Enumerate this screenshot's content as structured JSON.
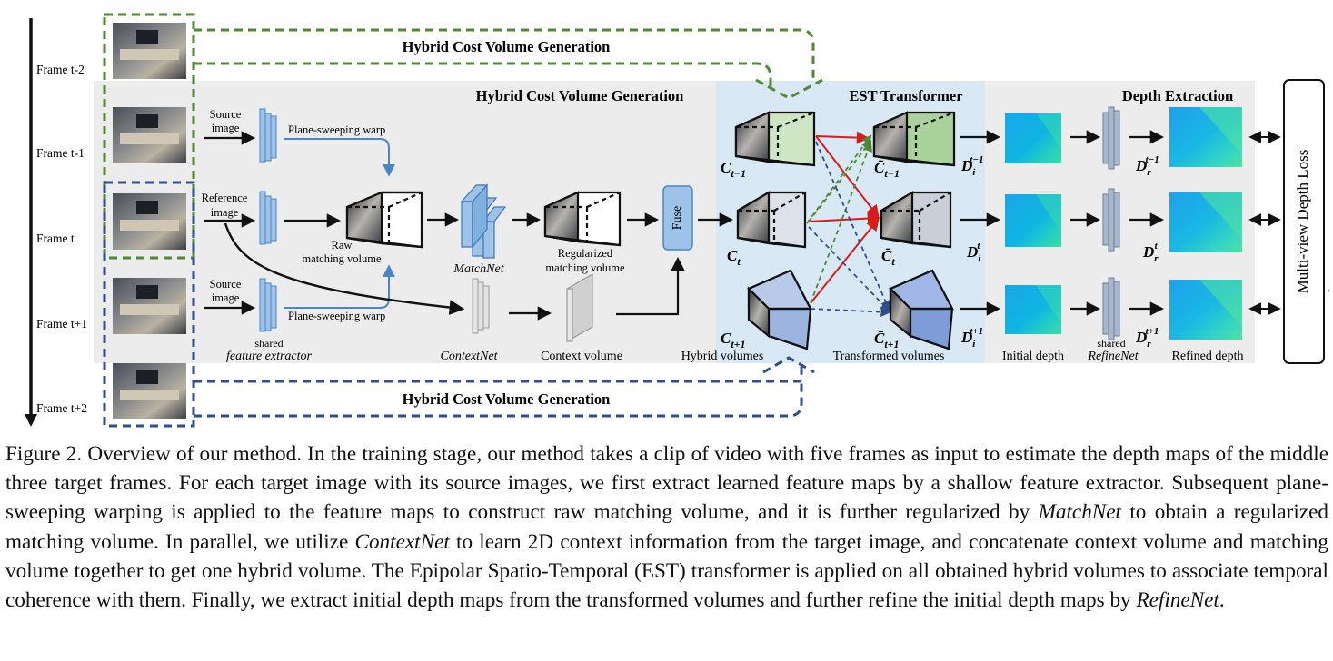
{
  "frames": [
    "Frame t-2",
    "Frame t-1",
    "Frame t",
    "Frame t+1",
    "Frame t+2"
  ],
  "sections": {
    "hybrid_top": "Hybrid Cost Volume Generation",
    "hybrid_main": "Hybrid Cost Volume Generation",
    "est": "EST Transformer",
    "depth": "Depth Extraction",
    "hybrid_bottom": "Hybrid Cost Volume Generation"
  },
  "labels": {
    "source_image_1": [
      "Source",
      "image"
    ],
    "reference_image": [
      "Reference",
      "image"
    ],
    "source_image_2": [
      "Source",
      "image"
    ],
    "plane_warp_1": "Plane-sweeping warp",
    "plane_warp_2": "Plane-sweeping warp",
    "raw_volume": [
      "Raw",
      "matching volume"
    ],
    "matchnet": "MatchNet",
    "regularized_volume": [
      "Regularized",
      "matching volume"
    ],
    "fuse": "Fuse",
    "shared_1": "shared",
    "feature_extractor": "feature extractor",
    "contextnet": "ContextNet",
    "context_volume": "Context volume",
    "hybrid_volumes": "Hybrid volumes",
    "transformed_volumes": "Transformed volumes",
    "initial_depth": "Initial depth",
    "shared_2": "shared",
    "refinenet": "RefineNet",
    "refined_depth": "Refined depth",
    "loss": "Multi-view Depth Loss"
  },
  "symbols": {
    "c_prev": {
      "base": "C",
      "sub": "t−1"
    },
    "c_cur": {
      "base": "C",
      "sub": "t"
    },
    "c_next": {
      "base": "C",
      "sub": "t+1"
    },
    "cb_prev": {
      "base": "C̄",
      "sub": "t−1"
    },
    "cb_cur": {
      "base": "C̄",
      "sub": "t"
    },
    "cb_next": {
      "base": "C̄",
      "sub": "t+1"
    },
    "di_prev": {
      "base": "D",
      "sub": "i",
      "sup": "t−1"
    },
    "di_cur": {
      "base": "D",
      "sub": "i",
      "sup": "t"
    },
    "di_next": {
      "base": "D",
      "sub": "i",
      "sup": "t+1"
    },
    "dr_prev": {
      "base": "D",
      "sub": "r",
      "sup": "t−1"
    },
    "dr_cur": {
      "base": "D",
      "sub": "r",
      "sup": "t"
    },
    "dr_next": {
      "base": "D",
      "sub": "r",
      "sup": "t+1"
    }
  },
  "caption": [
    {
      "t": "Figure 2. Overview of our method. In the training stage, our method takes a clip of video with five frames as input to estimate the depth maps of the middle three target frames. For each target image with its source images, we first extract learned feature maps by a shallow feature extractor. Subsequent plane-sweeping warping is applied to the feature maps to construct raw matching volume, and it is further regularized by "
    },
    {
      "t": "MatchNet",
      "i": true
    },
    {
      "t": " to obtain a regularized matching volume. In parallel, we utilize "
    },
    {
      "t": "ContextNet",
      "i": true
    },
    {
      "t": " to learn 2D context information from the target image, and concatenate context volume and matching volume together to get one hybrid volume. The Epipolar Spatio-Temporal (EST) transformer is applied on all obtained hybrid volumes to associate temporal coherence with them. Finally, we extract initial depth maps from the transformed volumes and further refine the initial depth maps by "
    },
    {
      "t": "RefineNet",
      "i": true
    },
    {
      "t": "."
    }
  ],
  "colors": {
    "green_dashed": "#4f8a33",
    "blue_dashed": "#2e4f8c",
    "red_arrow": "#d81b1b",
    "panel_gray": "#ececec",
    "panel_blue": "#d8e8f5",
    "feature_blue": "#9fc3e8",
    "vol_green": "#cfe6c4",
    "vol_gray": "#dde1ea",
    "vol_blue": "#9db4e0"
  }
}
